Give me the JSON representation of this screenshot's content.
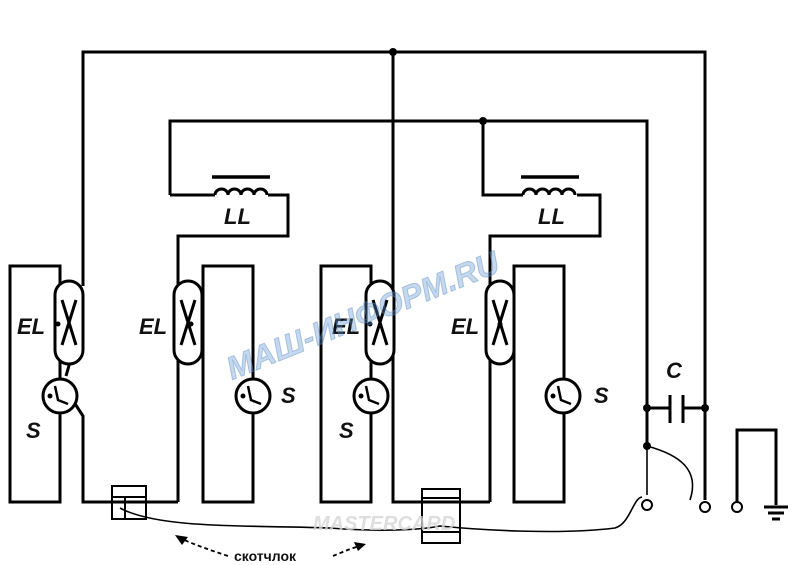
{
  "diagram": {
    "labels": {
      "el": "EL",
      "s": "S",
      "ll": "LL",
      "c": "C"
    },
    "note": "скотчлок",
    "watermark": {
      "text": "МАШ-ИНФОРМ.RU",
      "footer": "MASTERCARD",
      "color": "#5b8fc9"
    }
  }
}
